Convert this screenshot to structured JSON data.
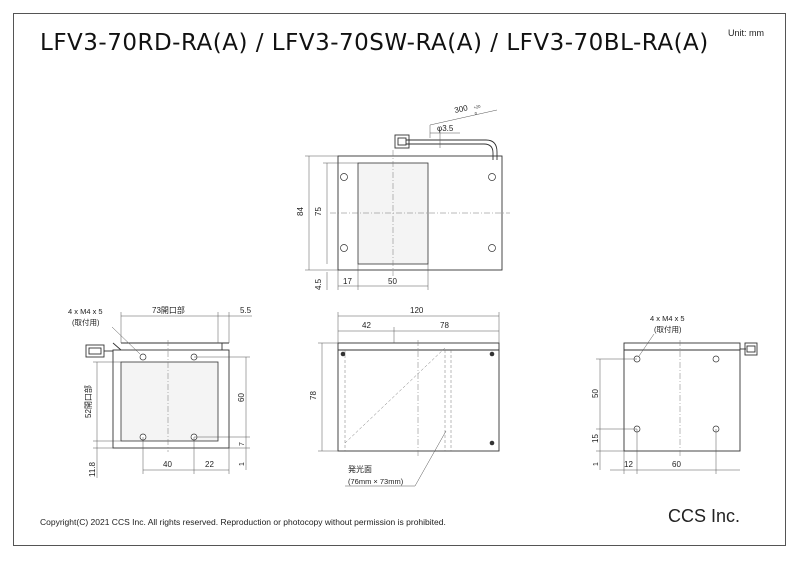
{
  "header": {
    "title": "LFV3-70RD-RA(A) / LFV3-70SW-RA(A) / LFV3-70BL-RA(A)",
    "unit": "Unit: mm"
  },
  "footer": {
    "copyright": "Copyright(C) 2021 CCS Inc. All rights reserved. Reproduction or photocopy without permission is prohibited.",
    "company": "CCS Inc."
  },
  "top_view": {
    "cable_length": "300",
    "cable_tol_plus": "+20",
    "cable_tol_minus": "0",
    "cable_dia": "φ3.5",
    "dim_84": "84",
    "dim_75": "75",
    "dim_4_5": "4.5",
    "dim_17": "17",
    "dim_50": "50"
  },
  "left_view": {
    "screw_line1": "4 x M4 x 5",
    "screw_line2": "(取付用)",
    "opening_73": "73開口部",
    "dim_5_5": "5.5",
    "opening_52": "52開口部",
    "dim_60": "60",
    "dim_11_8": "11.8",
    "dim_40": "40",
    "dim_22": "22",
    "dim_7": "7",
    "dim_1": "1"
  },
  "front_view": {
    "dim_120": "120",
    "dim_42": "42",
    "dim_78_h": "78",
    "dim_78_v": "78",
    "emit_label": "発光面",
    "emit_size": "(76mm × 73mm)"
  },
  "right_view": {
    "screw_line1": "4 x M4 x 5",
    "screw_line2": "(取付用)",
    "dim_50": "50",
    "dim_15": "15",
    "dim_1": "1",
    "dim_12": "12",
    "dim_60": "60"
  }
}
